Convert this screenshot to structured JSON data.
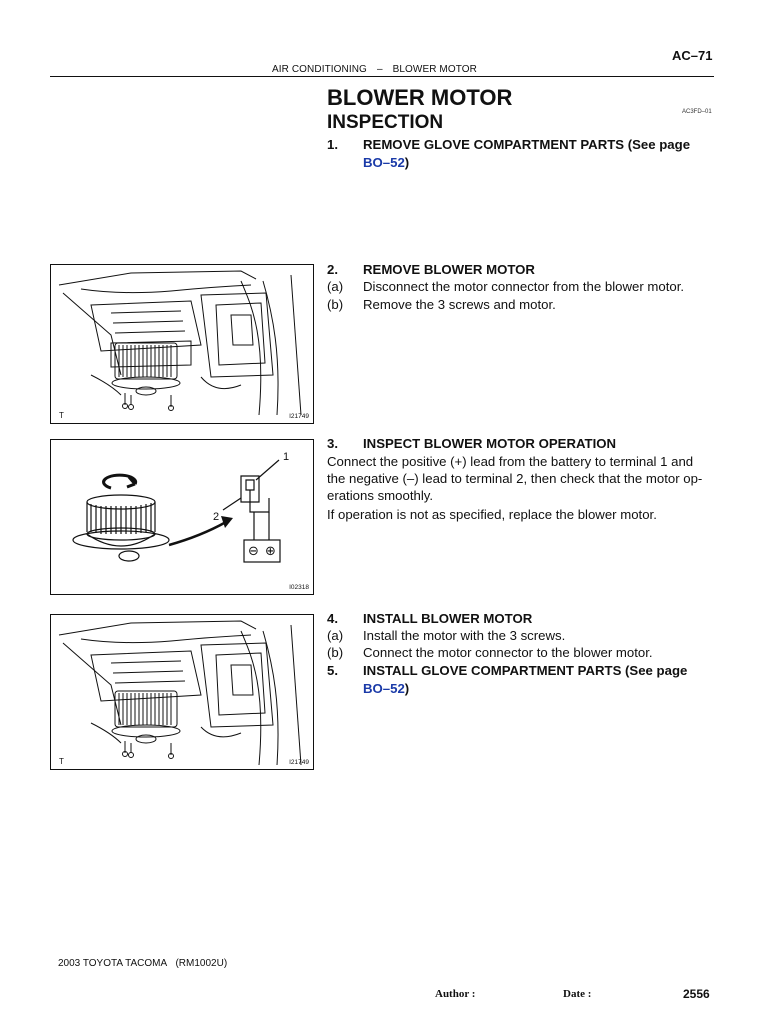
{
  "header": {
    "page_code": "AC–71",
    "section": "AIR CONDITIONING",
    "separator": "–",
    "subsection": "BLOWER MOTOR"
  },
  "title": "BLOWER MOTOR",
  "subtitle": "INSPECTION",
  "doc_id": "AC3FD–01",
  "steps": {
    "s1": {
      "num": "1.",
      "text": "REMOVE GLOVE COMPARTMENT PARTS (See page",
      "link": "BO–52",
      "close": ")"
    },
    "s2": {
      "num": "2.",
      "text": "REMOVE BLOWER MOTOR",
      "a_label": "(a)",
      "a_text": "Disconnect the motor connector from the blower motor.",
      "b_label": "(b)",
      "b_text": "Remove the 3 screws and motor."
    },
    "s3": {
      "num": "3.",
      "text": "INSPECT BLOWER MOTOR OPERATION",
      "line1": "Connect the positive (+) lead from the battery to terminal 1 and",
      "line2": "the negative (–) lead to terminal 2, then check that the motor op-",
      "line3": "erations smoothly.",
      "line4": "If operation is not as specified, replace the blower motor."
    },
    "s4": {
      "num": "4.",
      "text": "INSTALL BLOWER MOTOR",
      "a_label": "(a)",
      "a_text": "Install the motor with the 3 screws.",
      "b_label": "(b)",
      "b_text": "Connect the motor connector to the blower motor."
    },
    "s5": {
      "num": "5.",
      "text": "INSTALL GLOVE COMPARTMENT PARTS (See page",
      "link": "BO–52",
      "close": ")"
    }
  },
  "figures": {
    "fig1": {
      "code": "I21749",
      "mark": "T"
    },
    "fig2": {
      "code": "I02318",
      "terminal1": "1",
      "terminal2": "2",
      "neg": "⊖",
      "pos": "⊕"
    },
    "fig3": {
      "code": "I21749",
      "mark": "T"
    }
  },
  "footer": {
    "model": "2003 TOYOTA TACOMA",
    "manual": "(RM1002U)",
    "author_label": "Author :",
    "date_label": "Date :",
    "page": "2556"
  },
  "colors": {
    "link": "#1a3aa8",
    "text": "#111111"
  }
}
